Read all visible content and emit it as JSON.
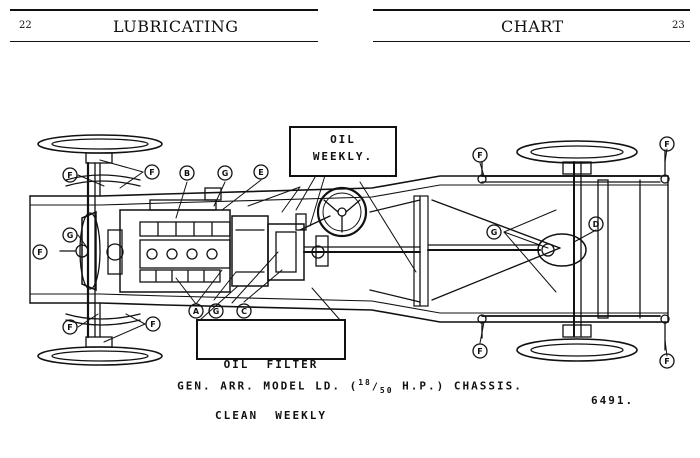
{
  "header": {
    "left_page_number": "22",
    "left_title": "LUBRICATING",
    "right_title": "CHART",
    "right_page_number": "23"
  },
  "callouts": {
    "oil_weekly": [
      "OIL",
      "WEEKLY."
    ],
    "oil_filter": [
      "OIL  FILTER",
      "CLEAN  WEEKLY"
    ]
  },
  "markers": {
    "F": "F",
    "G": "G",
    "B": "B",
    "E": "E",
    "A": "A",
    "C": "C",
    "D": "D"
  },
  "caption": {
    "text_before": "GEN. ARR. MODEL LD. (",
    "frac_num": "18",
    "frac_sep": "/",
    "frac_den": "50",
    "text_after": " H.P.) CHASSIS."
  },
  "drawing_number": "6491."
}
